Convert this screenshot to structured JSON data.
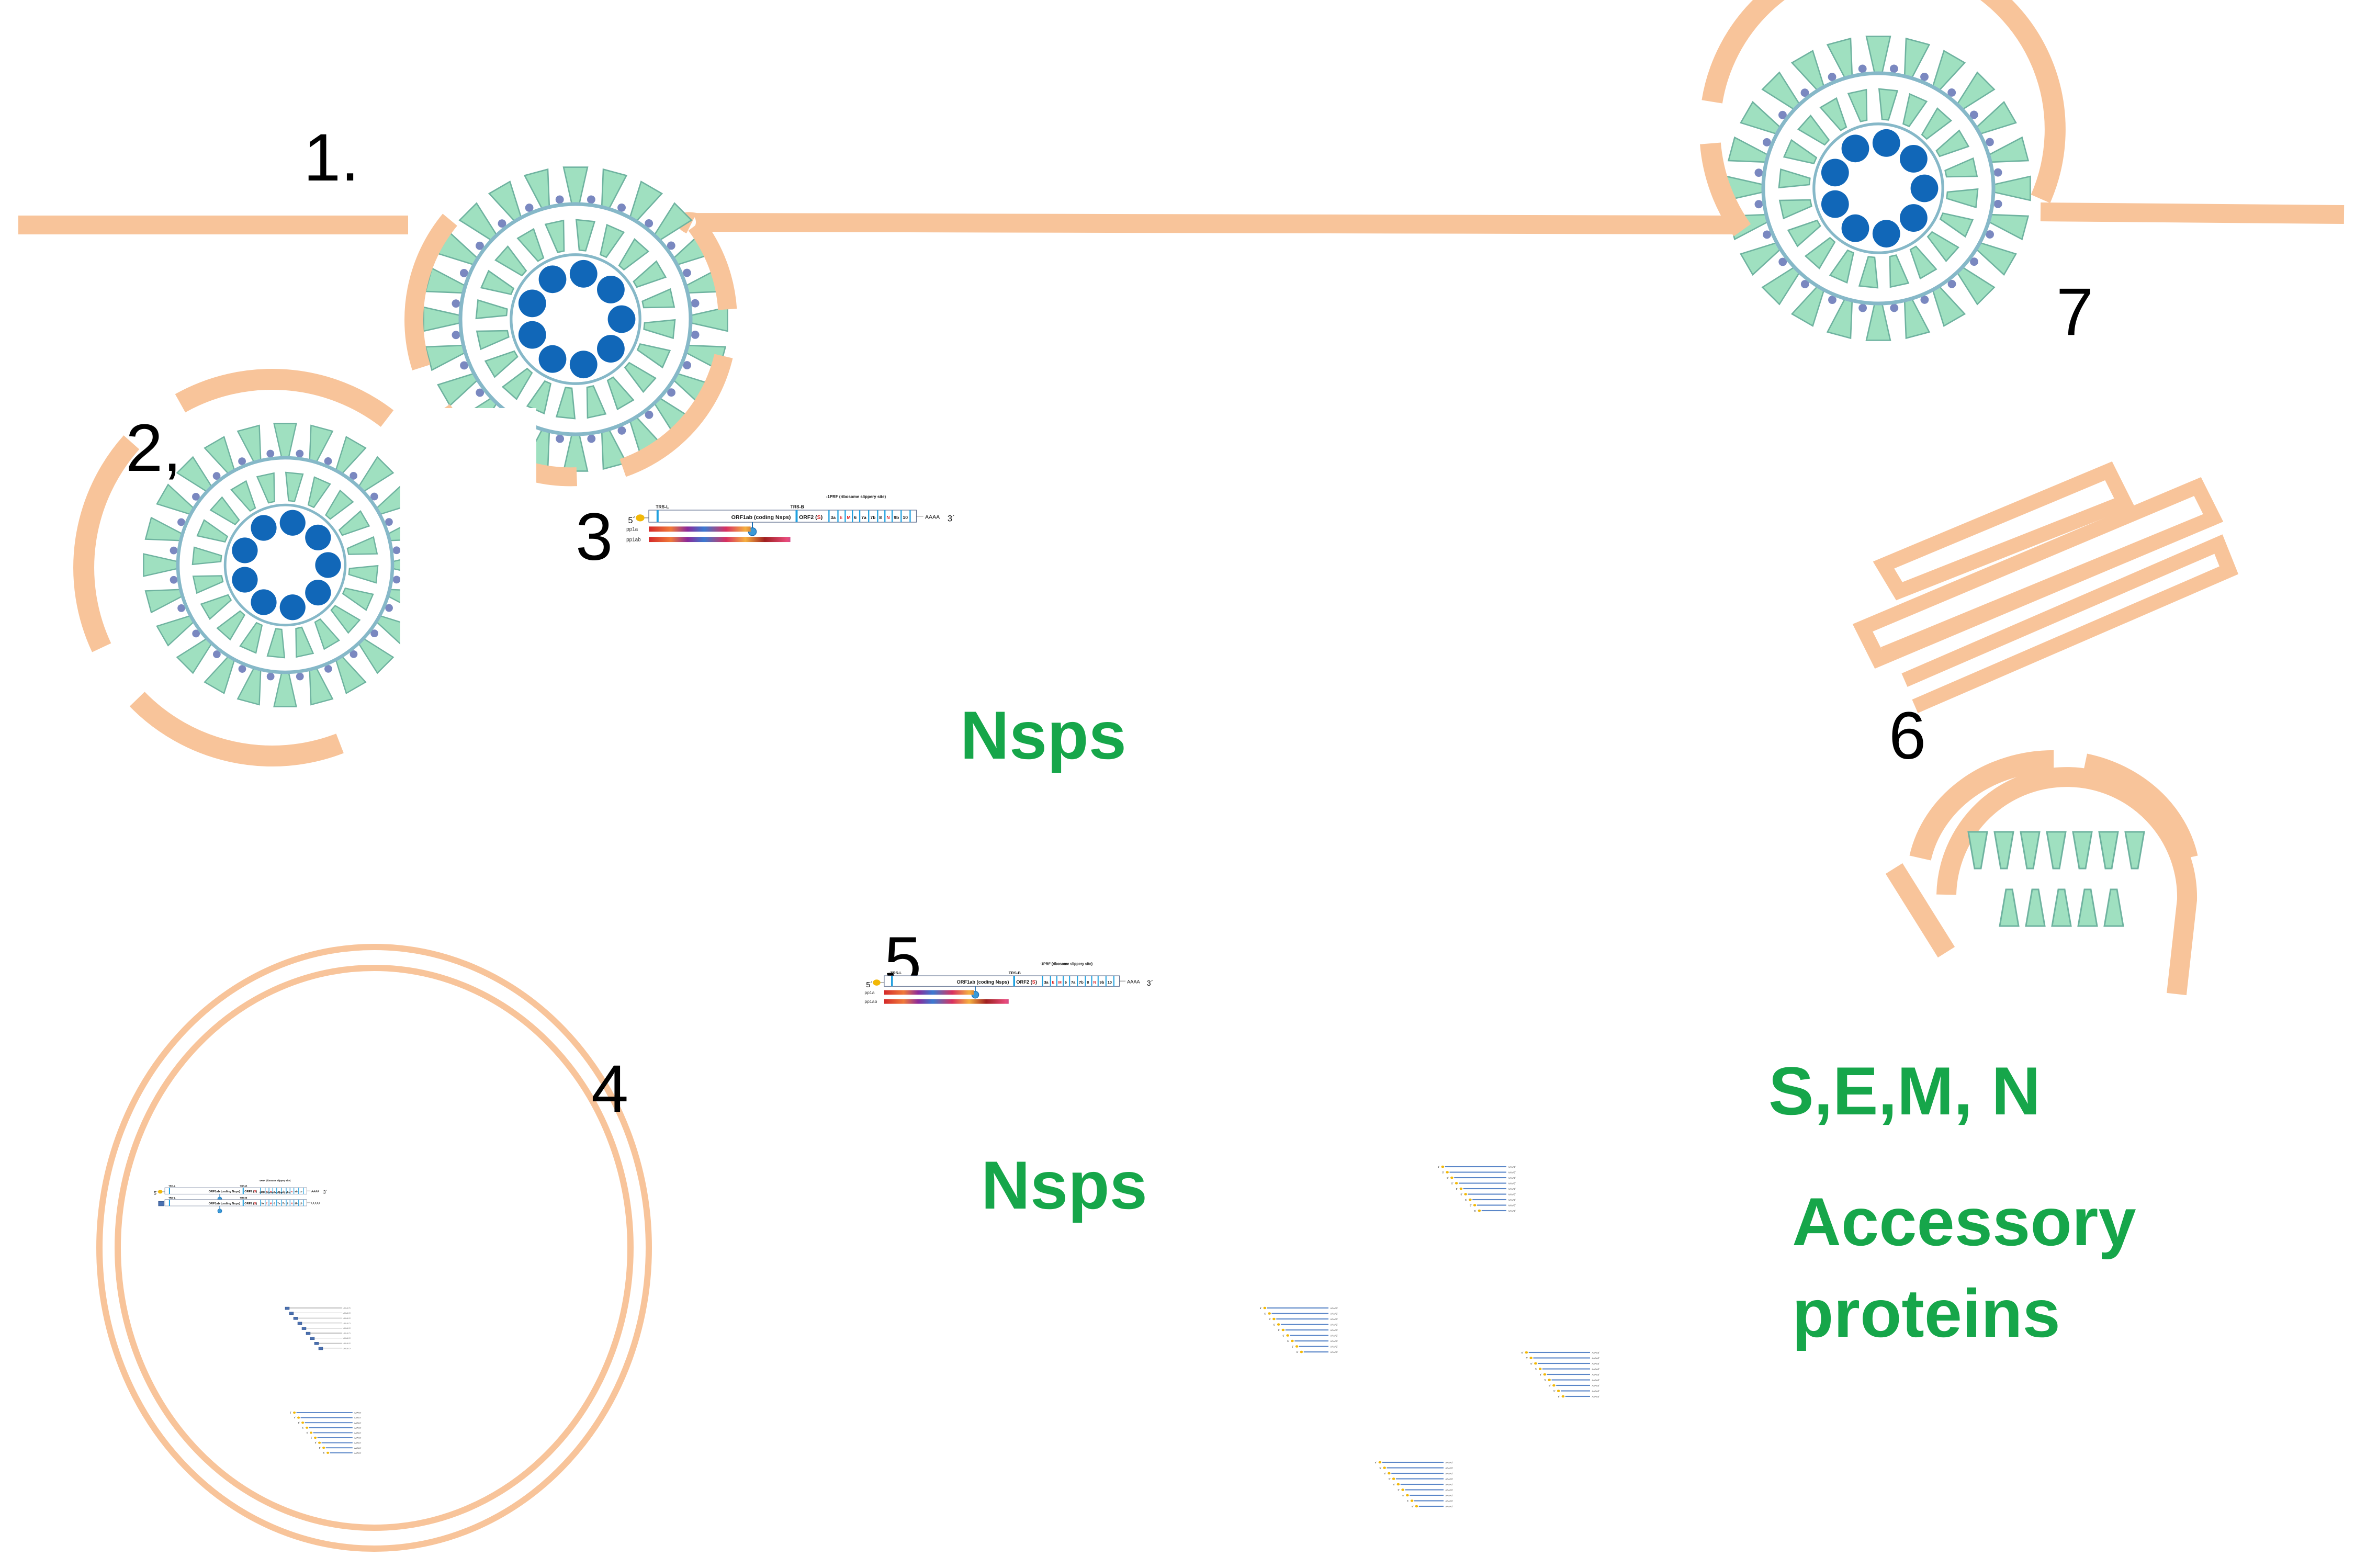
{
  "step_labels": {
    "s1": "1.",
    "s2": "2,",
    "s3": "3",
    "s4": "4",
    "s5": "5",
    "s6": "6",
    "s7": "7"
  },
  "green_labels": {
    "nsps_a": "Nsps",
    "nsps_b": "Nsps",
    "structural": "S,E,M, N",
    "accessory_1": "Accessory",
    "accessory_2": "proteins"
  },
  "genome": {
    "five_prime": "5´",
    "three_prime": "3´",
    "slippery_site": "-1PRF (ribosome slippery site)",
    "trs_l": "TRS-L",
    "trs_b": "TRS-B",
    "orf1ab": "ORF1ab (coding Nsps)",
    "orf2": "ORF2 (",
    "orf2_s": "S",
    "orf2_close": ")",
    "genes": [
      "3a",
      "E",
      "M",
      "6",
      "7a",
      "7b",
      "8",
      "N",
      "9b",
      "10"
    ],
    "red_genes": [
      "E",
      "M",
      "N"
    ],
    "polyA": "AAAA",
    "polyU": "UUUU",
    "pp1a": "pp1a",
    "pp1ab": "pp1ab"
  },
  "sgrna": {
    "five_prime": "5´",
    "polyA_tail": "AAAA3´",
    "polyU_tail": "UUUU 5´"
  },
  "colors": {
    "membrane": "#f8c49a",
    "virion_spike": "#9fe0c0",
    "rnp": "#1167b8",
    "label_green": "#16a64a",
    "cap": "#f2b807",
    "sgrna_bar": "#5a86c8",
    "gene_red": "#e02020",
    "gene_border": "#1fa0e0"
  },
  "icons": [
    "virion-icon",
    "vesicle-icon",
    "er-membrane-icon",
    "ribosome-icon",
    "cap-icon"
  ]
}
